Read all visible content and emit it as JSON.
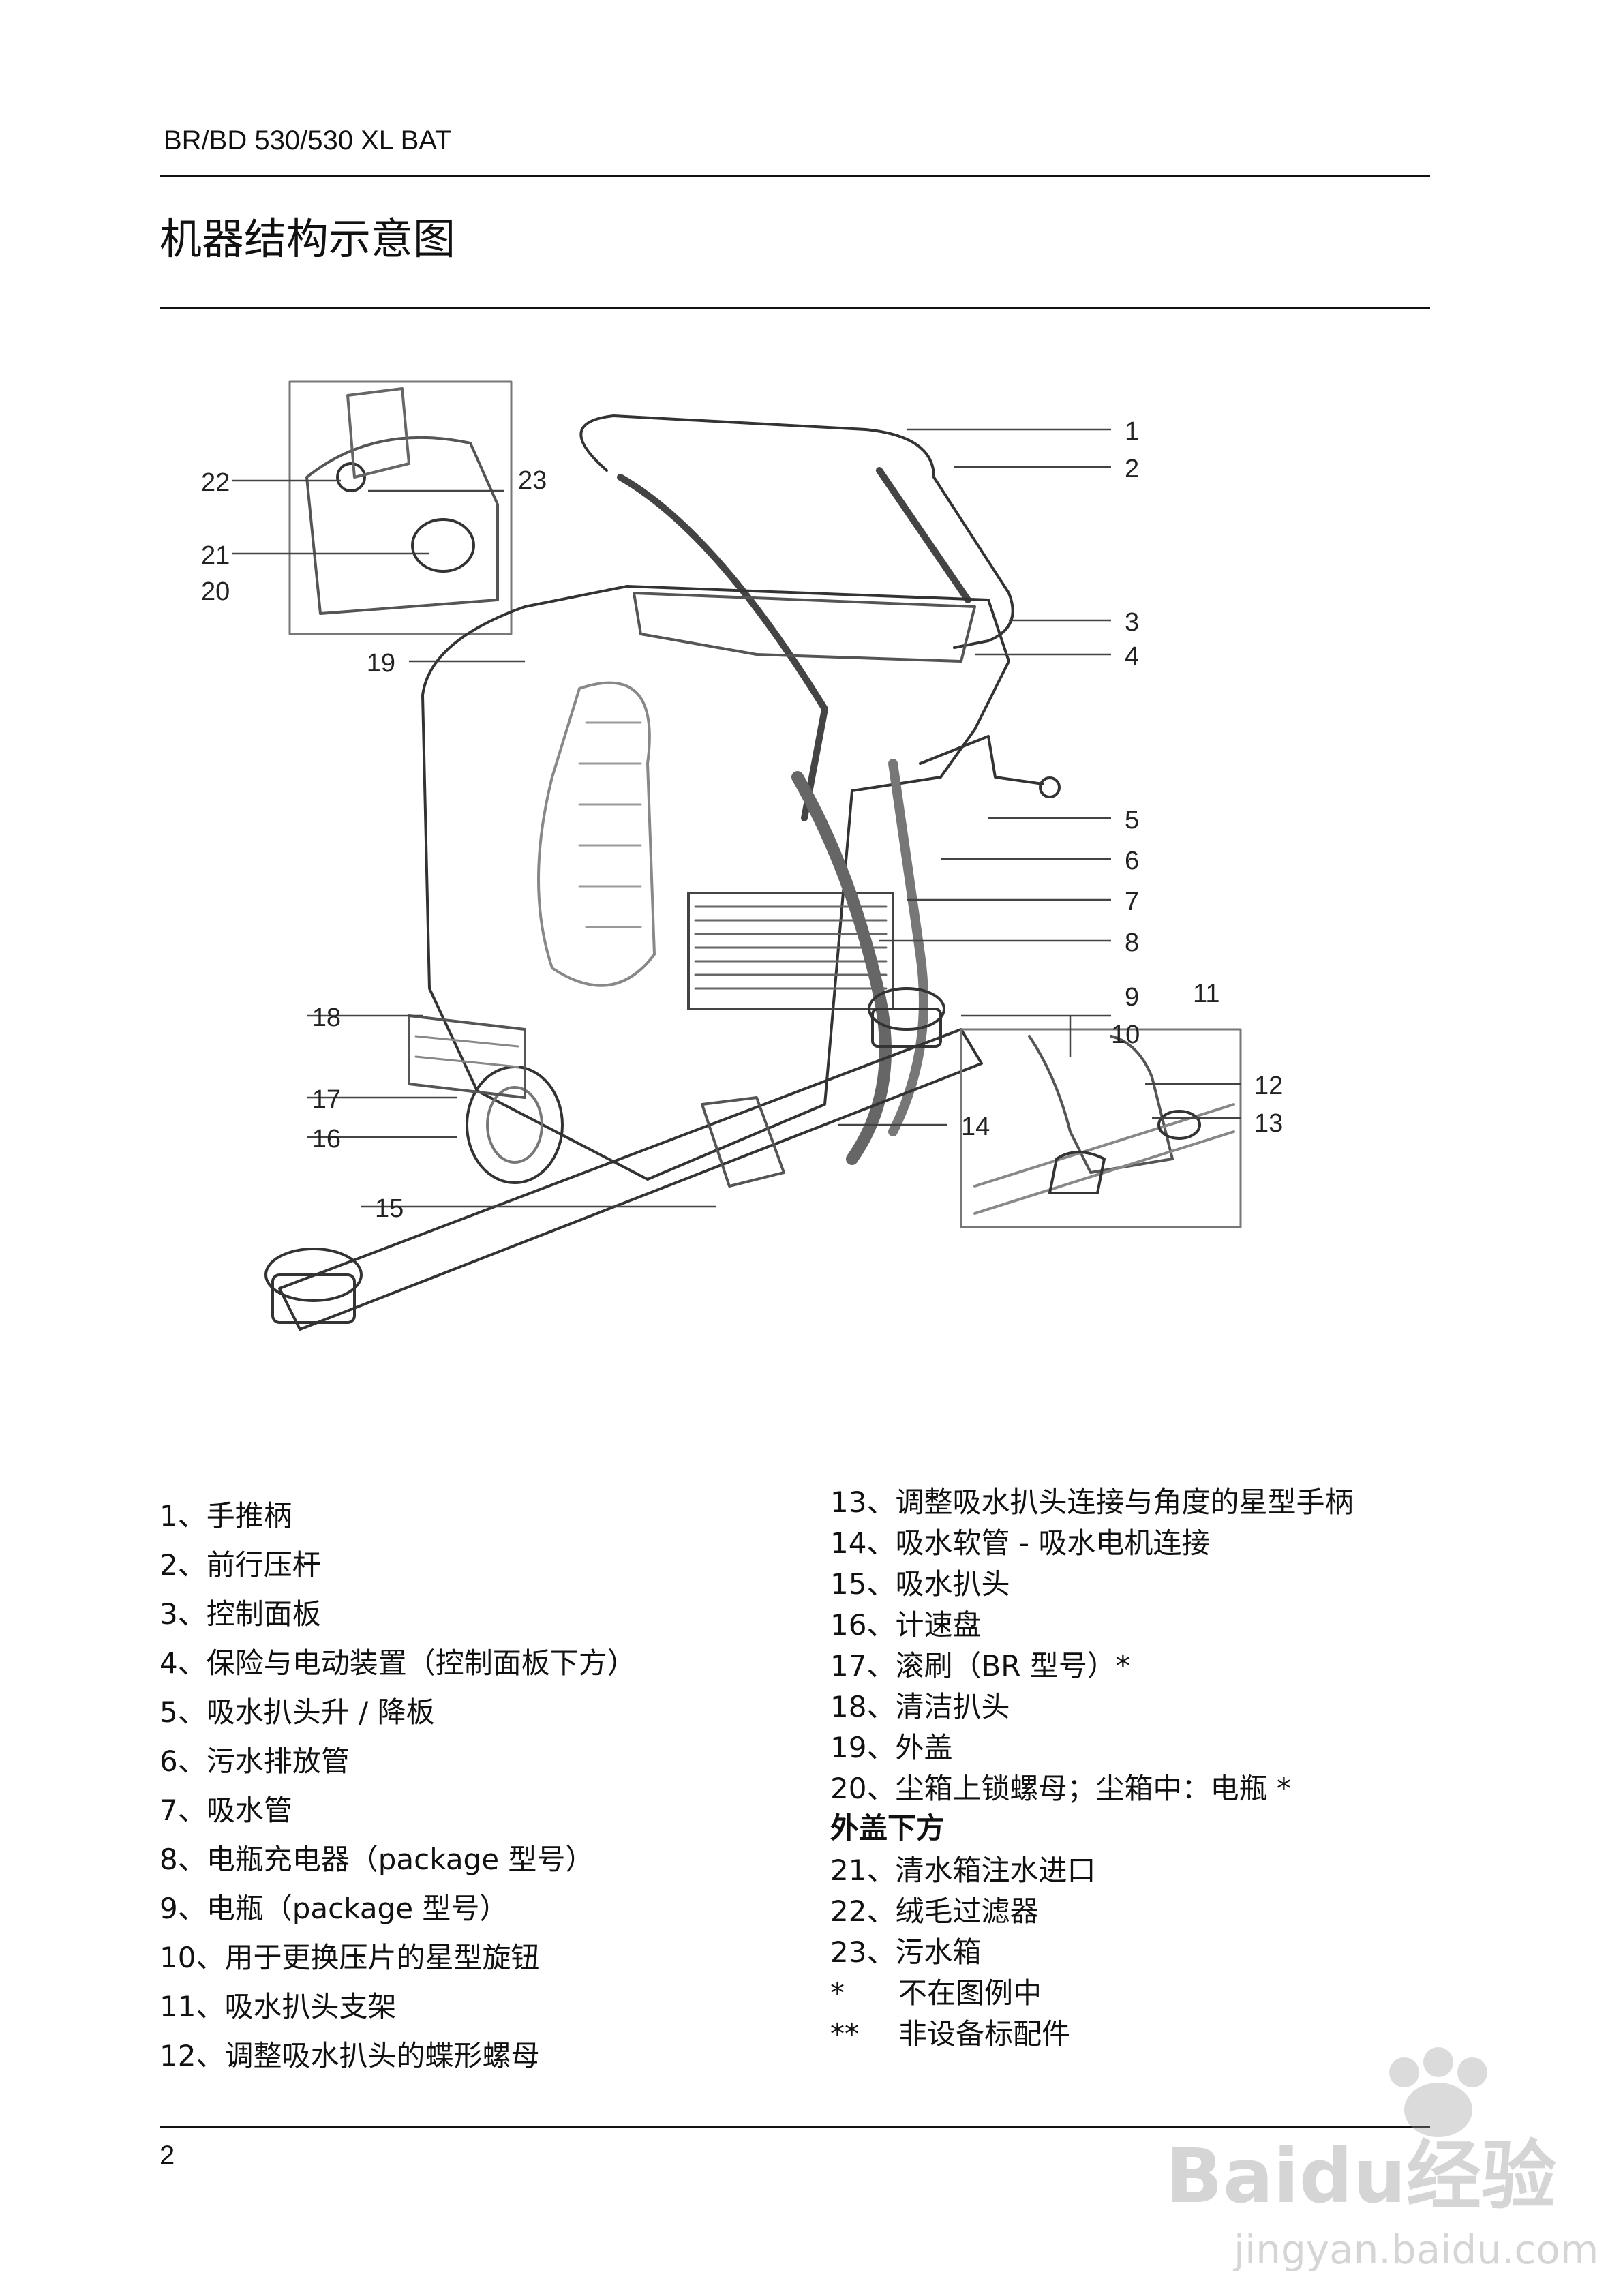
{
  "header": {
    "model": "BR/BD 530/530 XL BAT"
  },
  "title": "机器结构示意图",
  "diagram": {
    "callouts": [
      "1",
      "2",
      "3",
      "4",
      "5",
      "6",
      "7",
      "8",
      "9",
      "10",
      "11",
      "12",
      "13",
      "14",
      "15",
      "16",
      "17",
      "18",
      "19",
      "20",
      "21",
      "22",
      "23"
    ]
  },
  "legend_left": [
    {
      "num": "1",
      "sep": "、",
      "text": "手推柄"
    },
    {
      "num": "2",
      "sep": "、",
      "text": "前行压杆"
    },
    {
      "num": "3",
      "sep": "、",
      "text": "控制面板"
    },
    {
      "num": "4",
      "sep": "、",
      "text": "保险与电动装置（控制面板下方）"
    },
    {
      "num": "5",
      "sep": "、",
      "text": "吸水扒头升 / 降板"
    },
    {
      "num": "6",
      "sep": "、",
      "text": "污水排放管"
    },
    {
      "num": "7",
      "sep": "、",
      "text": "吸水管"
    },
    {
      "num": "8",
      "sep": "、",
      "text": "电瓶充电器（package 型号）"
    },
    {
      "num": "9",
      "sep": "、",
      "text": "电瓶（package 型号）"
    },
    {
      "num": "10",
      "sep": "、",
      "text": "用于更换压片的星型旋钮"
    },
    {
      "num": "11",
      "sep": "、",
      "text": "吸水扒头支架"
    },
    {
      "num": "12",
      "sep": "、",
      "text": "调整吸水扒头的蝶形螺母"
    }
  ],
  "legend_right": [
    {
      "num": "13",
      "sep": "、",
      "text": "调整吸水扒头连接与角度的星型手柄"
    },
    {
      "num": "14",
      "sep": "、",
      "text": "吸水软管 - 吸水电机连接"
    },
    {
      "num": "15",
      "sep": "、",
      "text": "吸水扒头"
    },
    {
      "num": "16",
      "sep": "、",
      "text": "计速盘"
    },
    {
      "num": "17",
      "sep": "、",
      "text": "滚刷（BR 型号）*"
    },
    {
      "num": "18",
      "sep": "、",
      "text": "清洁扒头"
    },
    {
      "num": "19",
      "sep": "、",
      "text": "外盖"
    },
    {
      "num": "20",
      "sep": "、",
      "text": "尘箱上锁螺母；尘箱中：电瓶 *"
    }
  ],
  "legend_right_subheading": "外盖下方",
  "legend_right_2": [
    {
      "num": "21",
      "sep": "、",
      "text": "清水箱注水进口"
    },
    {
      "num": "22",
      "sep": "、",
      "text": "绒毛过滤器"
    },
    {
      "num": "23",
      "sep": "、",
      "text": "污水箱"
    }
  ],
  "notes": [
    {
      "mark": "*",
      "text": "不在图例中"
    },
    {
      "mark": "**",
      "text": "非设备标配件"
    }
  ],
  "page_number": "2",
  "watermark": {
    "brand": "Baidu经验",
    "url": "jingyan.baidu.com"
  }
}
